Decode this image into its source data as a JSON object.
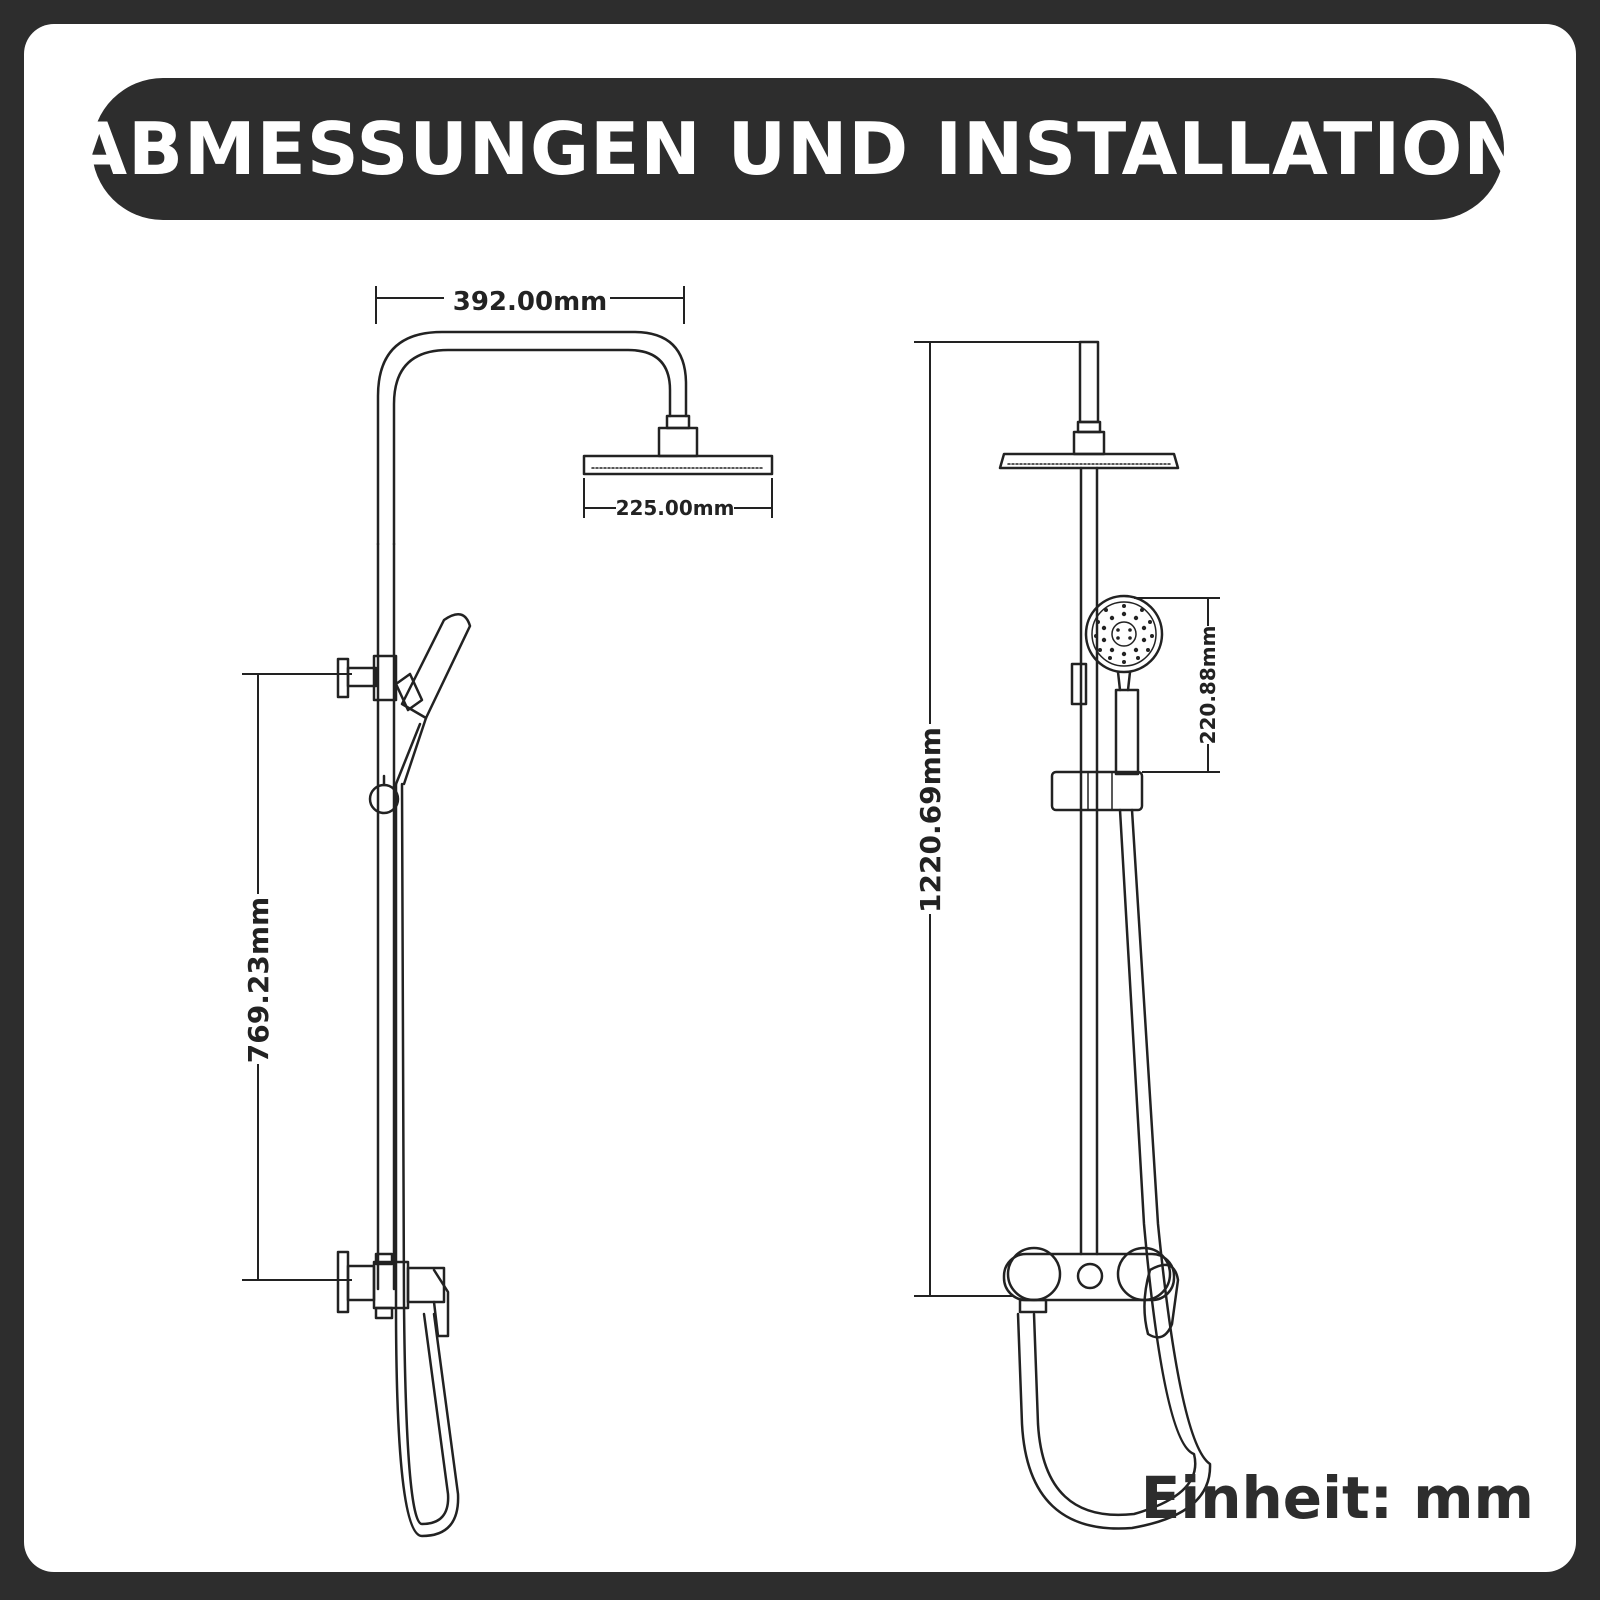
{
  "title": "ABMESSUNGEN UND INSTALLATION",
  "dimensions": {
    "arm_width": "392.00mm",
    "head_diameter": "225.00mm",
    "mount_spacing": "769.23mm",
    "total_height": "1220.69mm",
    "handshower_height": "220.88mm"
  },
  "unit_label": "Einheit: mm",
  "colors": {
    "frame": "#2d2d2d",
    "line": "#222222",
    "background": "#ffffff"
  }
}
